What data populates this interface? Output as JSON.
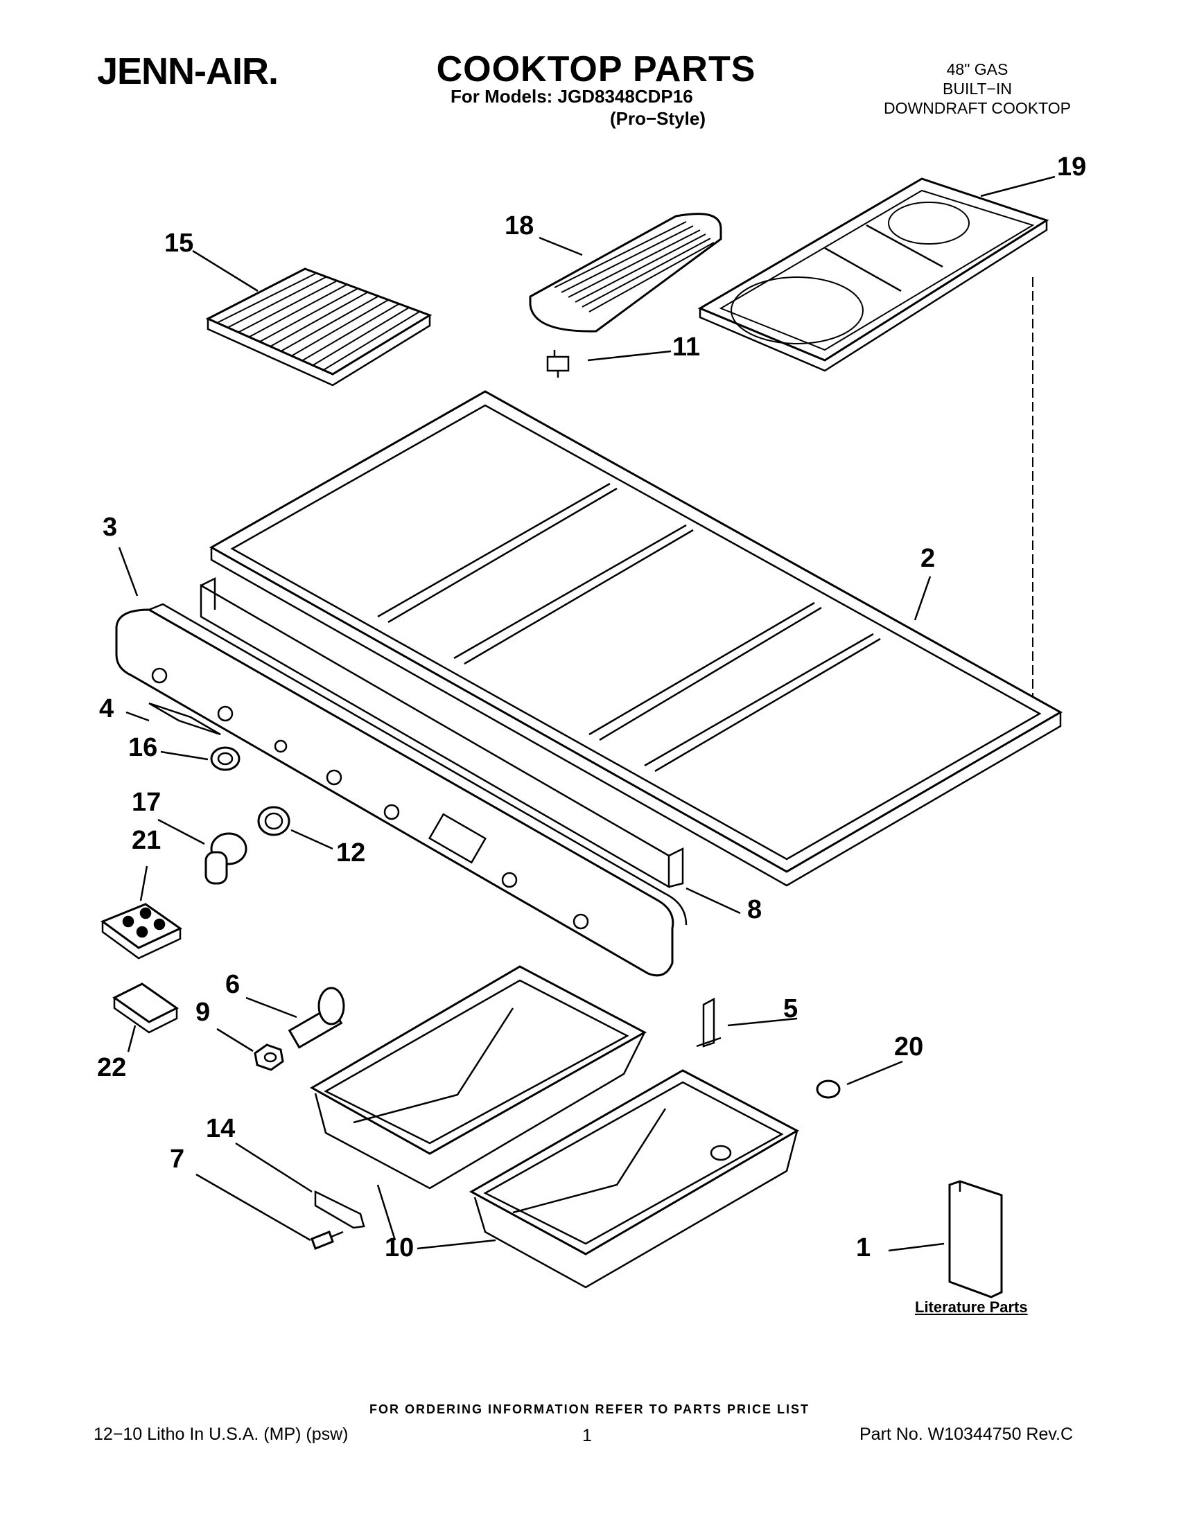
{
  "header": {
    "brand": "JENN-AIR.",
    "title": "COOKTOP PARTS",
    "models_line": "For Models: JGD8348CDP16",
    "style_line": "(Pro−Style)",
    "desc_line1": "48\" GAS",
    "desc_line2": "BUILT−IN",
    "desc_line3": "DOWNDRAFT COOKTOP"
  },
  "callouts": {
    "c1": "1",
    "c2": "2",
    "c3": "3",
    "c4": "4",
    "c5": "5",
    "c6": "6",
    "c7": "7",
    "c8": "8",
    "c9": "9",
    "c10a": "10",
    "c10b": "10",
    "c11": "11",
    "c12": "12",
    "c14": "14",
    "c15": "15",
    "c16": "16",
    "c17": "17",
    "c18": "18",
    "c19": "19",
    "c20": "20",
    "c21": "21",
    "c22": "22"
  },
  "literature_label": "Literature Parts",
  "footer": {
    "ordering": "FOR ORDERING INFORMATION REFER TO PARTS PRICE LIST",
    "litho": "12−10 Litho In U.S.A. (MP) (psw)",
    "page": "1",
    "part_no": "Part No. W10344750 Rev.C"
  }
}
